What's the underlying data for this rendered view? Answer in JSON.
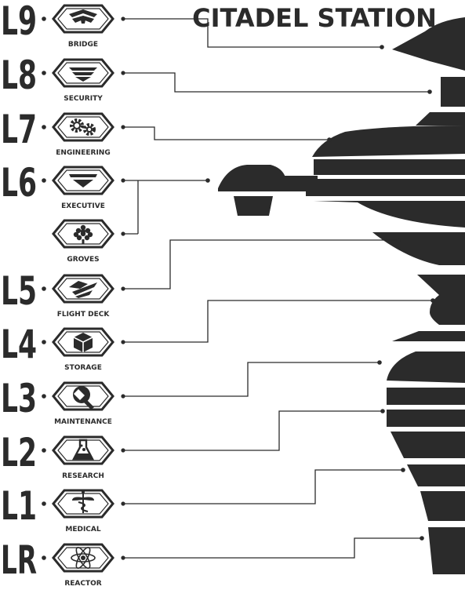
{
  "title": "CITADEL STATION",
  "colors": {
    "ink": "#2b2b2b",
    "paper": "#ffffff"
  },
  "levels": [
    {
      "level": "L9",
      "departments": [
        {
          "name": "BRIDGE",
          "icon": "bridge-chevron-icon"
        }
      ]
    },
    {
      "level": "L8",
      "departments": [
        {
          "name": "SECURITY",
          "icon": "security-shield-icon"
        }
      ]
    },
    {
      "level": "L7",
      "departments": [
        {
          "name": "ENGINEERING",
          "icon": "gears-icon"
        }
      ]
    },
    {
      "level": "L6",
      "departments": [
        {
          "name": "EXECUTIVE",
          "icon": "executive-triangle-icon"
        },
        {
          "name": "GROVES",
          "icon": "tree-icon"
        }
      ]
    },
    {
      "level": "L5",
      "departments": [
        {
          "name": "FLIGHT DECK",
          "icon": "flight-wings-icon"
        }
      ]
    },
    {
      "level": "L4",
      "departments": [
        {
          "name": "STORAGE",
          "icon": "crate-icon"
        }
      ]
    },
    {
      "level": "L3",
      "departments": [
        {
          "name": "MAINTENANCE",
          "icon": "wrench-icon"
        }
      ]
    },
    {
      "level": "L2",
      "departments": [
        {
          "name": "RESEARCH",
          "icon": "flask-icon"
        }
      ]
    },
    {
      "level": "L1",
      "departments": [
        {
          "name": "MEDICAL",
          "icon": "caduceus-icon"
        }
      ]
    },
    {
      "level": "LR",
      "departments": [
        {
          "name": "REACTOR",
          "icon": "atom-icon"
        }
      ]
    }
  ]
}
